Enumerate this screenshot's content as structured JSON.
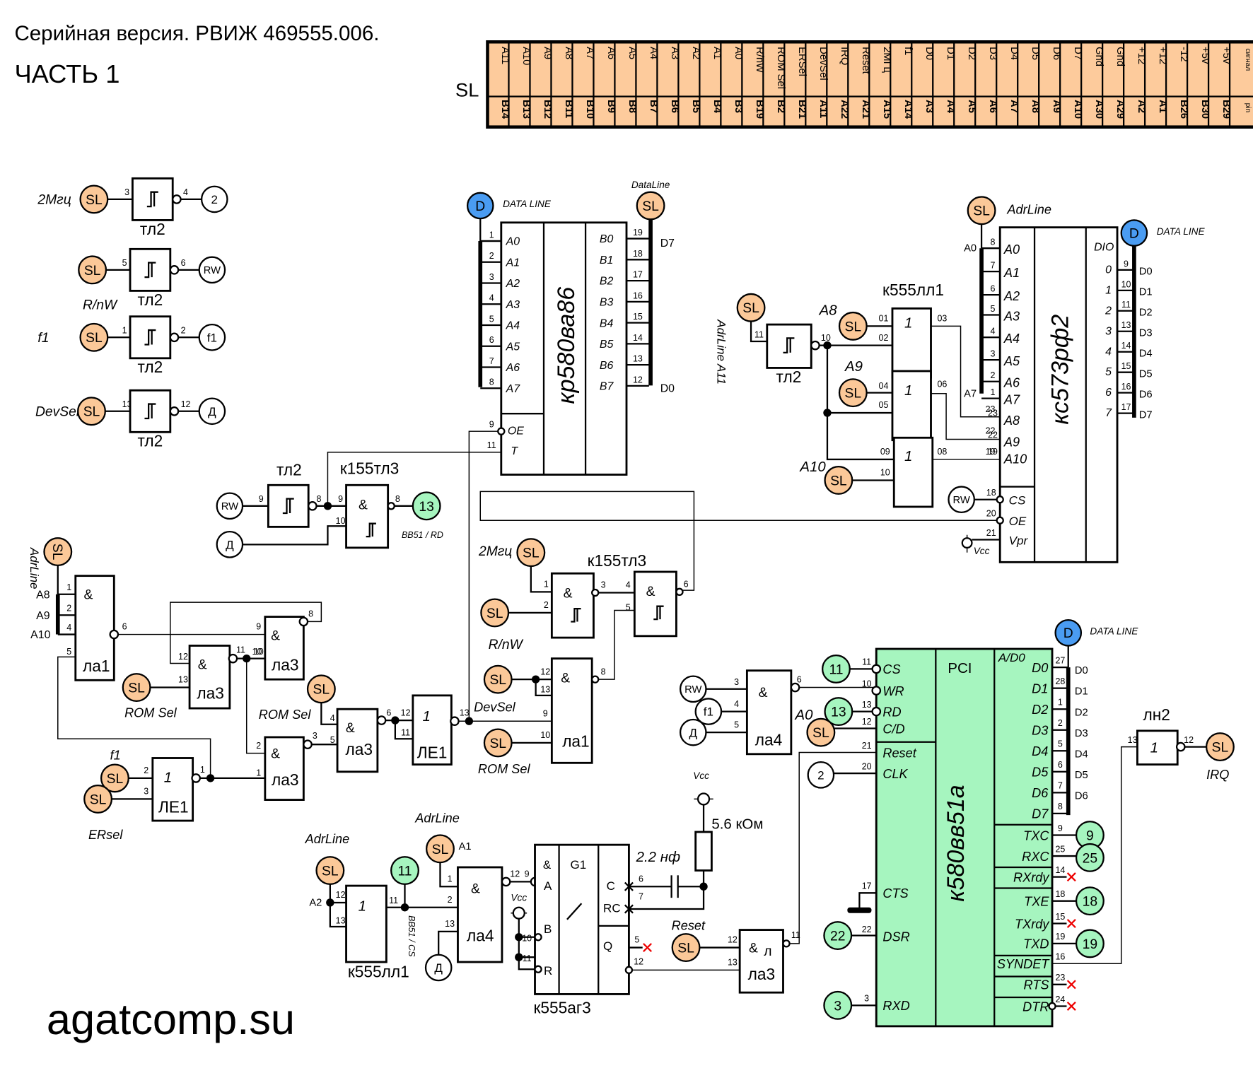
{
  "header": {
    "title": "Серийная версия. РВИЖ 469555.006.",
    "subtitle": "ЧАСТЬ 1",
    "watermark": "agatcomp.su"
  },
  "connector_table": {
    "label": "SL",
    "signal_header": "сигнал",
    "pin_header": "pin",
    "signals": [
      "A11",
      "A10",
      "A9",
      "A8",
      "A7",
      "A6",
      "A5",
      "A4",
      "A3",
      "A2",
      "A1",
      "A0",
      "R/nW",
      "ROM Sel",
      "ERSel",
      "DevSel",
      "IRQ",
      "Reset",
      "2МГц",
      "f1",
      "D0",
      "D1",
      "D2",
      "D3",
      "D4",
      "D5",
      "D6",
      "D7",
      "Gnd",
      "Gnd",
      "+12",
      "+12",
      "-12",
      "+5v",
      "+5v"
    ],
    "pins": [
      "B14",
      "B13",
      "B12",
      "B11",
      "B10",
      "B9",
      "B8",
      "B7",
      "B6",
      "B5",
      "B4",
      "B3",
      "B19",
      "B2",
      "B21",
      "A11",
      "A22",
      "A21",
      "A15",
      "A14",
      "A3",
      "A4",
      "A5",
      "A6",
      "A7",
      "A8",
      "A9",
      "A10",
      "A30",
      "A29",
      "A2",
      "A1",
      "B26",
      "B30",
      "B29"
    ]
  },
  "labels": {
    "sl": "SL",
    "d": "D",
    "rw": "RW",
    "de": "Д",
    "f1": "f1",
    "two": "2",
    "n11": "11",
    "n13": "13",
    "n9": "9",
    "n25": "25",
    "n18": "18",
    "n19": "19",
    "n22": "22",
    "n3": "3",
    "and": "&",
    "or": "1",
    "tl2": "тл2",
    "tl3": "к155тл3",
    "la1": "ла1",
    "la3": "ла3",
    "la4": "ла4",
    "le1": "ЛЕ1",
    "ll1": "к555лл1",
    "ln2": "лн2",
    "ag3": "к555аг3",
    "l": "л",
    "mhz2": "2Мгц",
    "rnw": "R/nW",
    "devsel": "DevSel",
    "romsel": "ROM Sel",
    "ersel": "ERsel",
    "dataline_caps": "DATA LINE",
    "dataline": "DataLine",
    "adrline": "AdrLine",
    "adrline_a11": "AdrLine A11",
    "bb51rd": "BB51 / RD",
    "bb51cs": "BB51 / CS",
    "vcc": "Vcc",
    "res": "5.6 кОм",
    "cap": "2.2 нф",
    "reset": "Reset",
    "irq": "IRQ",
    "a0": "A0",
    "a1": "A1",
    "a2": "A2",
    "a7": "A7",
    "a8": "A8",
    "a9": "A9",
    "a10": "A10",
    "d0": "D0",
    "d7": "D7"
  },
  "chip_kr580va86": {
    "name": "кр580ва86",
    "a_pins": [
      "A0",
      "A1",
      "A2",
      "A3",
      "A4",
      "A5",
      "A6",
      "A7"
    ],
    "a_nums": [
      "1",
      "2",
      "3",
      "4",
      "5",
      "6",
      "7",
      "8"
    ],
    "b_pins": [
      "B0",
      "B1",
      "B2",
      "B3",
      "B4",
      "B5",
      "B6",
      "B7"
    ],
    "b_nums": [
      "19",
      "18",
      "17",
      "16",
      "15",
      "14",
      "13",
      "12"
    ],
    "ctrl_pins": [
      "OE",
      "T"
    ],
    "ctrl_nums": [
      "9",
      "11"
    ]
  },
  "chip_ks573rf2": {
    "name": "кс573рф2",
    "a_pins": [
      "A0",
      "A1",
      "A2",
      "A3",
      "A4",
      "A5",
      "A6",
      "A7",
      "A8",
      "A9",
      "A10"
    ],
    "a_nums": [
      "8",
      "7",
      "6",
      "5",
      "4",
      "3",
      "2",
      "1",
      "23",
      "22",
      "19"
    ],
    "d_header": "DIO",
    "d_pins": [
      "0",
      "1",
      "2",
      "3",
      "4",
      "5",
      "6",
      "7"
    ],
    "d_nums": [
      "9",
      "10",
      "11",
      "13",
      "14",
      "15",
      "16",
      "17"
    ],
    "d_out": [
      "D0",
      "D1",
      "D2",
      "D3",
      "D4",
      "D5",
      "D6",
      "D7"
    ],
    "ctrl_pins": [
      "CS",
      "OE",
      "Vpr"
    ],
    "ctrl_nums": [
      "18",
      "20",
      "21"
    ]
  },
  "chip_k580vv51a": {
    "name": "к580вв51а",
    "mid": "PCI",
    "left_pins": [
      "CS",
      "WR",
      "RD",
      "C/D",
      "Reset",
      "CLK",
      "CTS",
      "DSR",
      "RXD"
    ],
    "left_nums": [
      "11",
      "10",
      "13",
      "12",
      "21",
      "20",
      "17",
      "22",
      "3"
    ],
    "data_header": "A/D0",
    "d_pins": [
      "D0",
      "D1",
      "D2",
      "D3",
      "D4",
      "D5",
      "D6",
      "D7"
    ],
    "d_nums": [
      "27",
      "28",
      "1",
      "2",
      "5",
      "6",
      "7",
      "8"
    ],
    "d_out": [
      "D0",
      "D1",
      "D2",
      "D3",
      "D4",
      "D5",
      "D6"
    ],
    "right_pins": [
      "TXC",
      "RXC",
      "RXrdy",
      "TXE",
      "TXrdy",
      "TXD",
      "SYNDET",
      "RTS",
      "DTR"
    ],
    "right_nums": [
      "9",
      "25",
      "14",
      "18",
      "15",
      "19",
      "16",
      "23",
      "24"
    ]
  },
  "chip_ag3": {
    "cells": [
      "&",
      "G1",
      "C",
      "RC",
      "Q",
      "A",
      "B",
      "R"
    ],
    "pins": [
      "9",
      "10",
      "11",
      "6",
      "7",
      "5",
      "12"
    ]
  }
}
